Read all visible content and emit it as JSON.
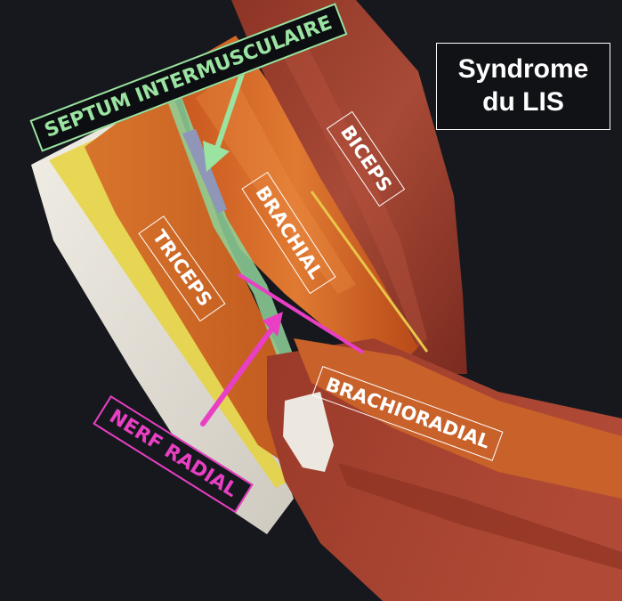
{
  "title": {
    "line1": "Syndrome",
    "line2": "du LIS"
  },
  "labels": {
    "septum": "SEPTUM INTERMUSCULAIRE",
    "biceps": "BICEPS",
    "brachial": "BRACHIAL",
    "triceps": "TRICEPS",
    "brachioradial": "BRACHIORADIAL",
    "nerve": "NERF RADIAL"
  },
  "colors": {
    "background": "#16181d",
    "septum_accent": "#9be3a0",
    "nerve_accent": "#e83fc4",
    "label_text": "#ffffff"
  }
}
